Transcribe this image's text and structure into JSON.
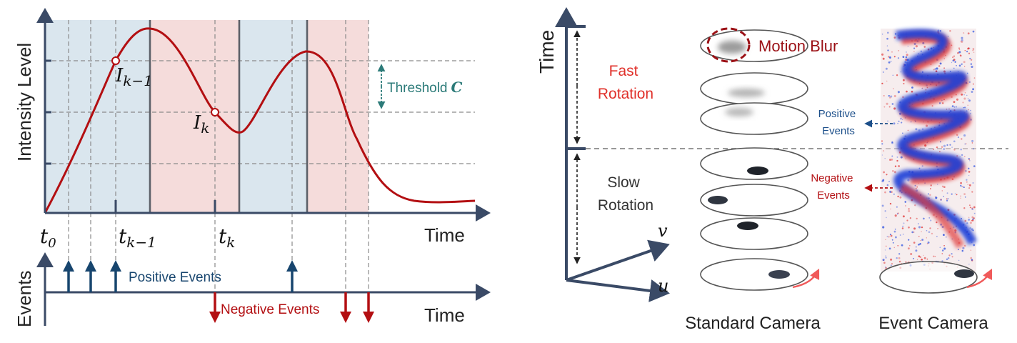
{
  "left_panel": {
    "y_axis_label": "Intensity Level",
    "x_axis_label": "Time",
    "events_axis_label": "Events",
    "events_time_label": "Time",
    "ticks": {
      "t0": "t",
      "t0_sub": "0",
      "tk1": "t",
      "tk1_sub": "k−1",
      "tk": "t",
      "tk_sub": "k"
    },
    "points": {
      "ik1": "I",
      "ik1_sub": "k−1",
      "ik": "I",
      "ik_sub": "k"
    },
    "threshold_label": "Threshold",
    "threshold_symbol": "C",
    "positive_events_label": "Positive Events",
    "negative_events_label": "Negative Events",
    "colors": {
      "curve": "#b30f12",
      "positive": "#17456e",
      "negative": "#b30f12",
      "blue_band": "#dae6ee",
      "pink_band": "#f5dcdb",
      "threshold": "#2b7a78",
      "axis": "#3a4a66"
    }
  },
  "right_panel": {
    "time_label": "Time",
    "fast_rotation_label": [
      "Fast",
      "Rotation"
    ],
    "slow_rotation_label": [
      "Slow",
      "Rotation"
    ],
    "u_label": "u",
    "v_label": "v",
    "motion_blur_label": "Motion Blur",
    "positive_events_label": [
      "Positive",
      "Events"
    ],
    "negative_events_label": [
      "Negative",
      "Events"
    ],
    "standard_camera_label": "Standard Camera",
    "event_camera_label": "Event Camera",
    "colors": {
      "fast": "#e0302a",
      "positive": "#1c4f8a",
      "negative": "#b30f12",
      "motion_blur": "#9b1116"
    }
  }
}
